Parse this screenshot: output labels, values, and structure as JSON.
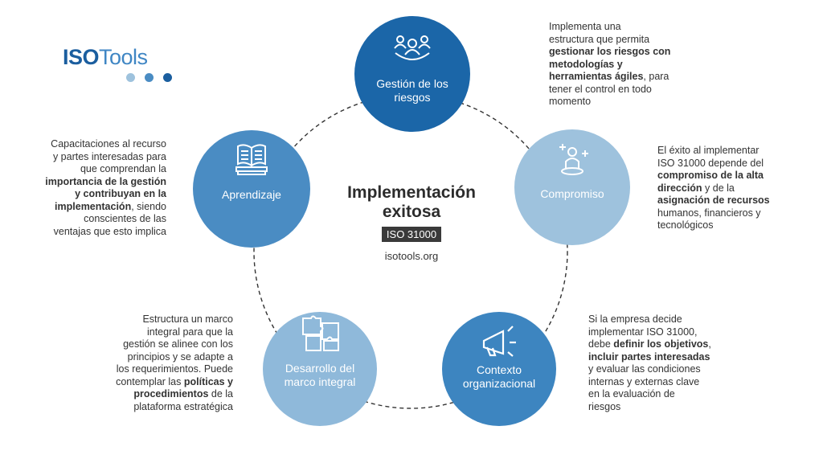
{
  "logo": {
    "iso": "ISO",
    "tools": "Tools",
    "dot_colors": [
      "#9ec2dd",
      "#4a8cc3",
      "#1b5e9f"
    ]
  },
  "center": {
    "title_line1": "Implementación",
    "title_line2": "exitosa",
    "badge": "ISO 31000",
    "url": "isotools.org"
  },
  "nodes": [
    {
      "id": "gestion",
      "label_line1": "Gestión de los",
      "label_line2": "riesgos",
      "color": "#1b66a8",
      "icon": "people-group-icon"
    },
    {
      "id": "compromiso",
      "label_line1": "Compromiso",
      "label_line2": "",
      "color": "#9ec2dd",
      "icon": "person-plus-icon"
    },
    {
      "id": "contexto",
      "label_line1": "Contexto",
      "label_line2": "organizacional",
      "color": "#3d85c0",
      "icon": "megaphone-icon"
    },
    {
      "id": "desarrollo",
      "label_line1": "Desarrollo del",
      "label_line2": "marco integral",
      "color": "#8fb9da",
      "icon": "puzzle-icon"
    },
    {
      "id": "aprendizaje",
      "label_line1": "Aprendizaje",
      "label_line2": "",
      "color": "#4a8cc3",
      "icon": "book-icon"
    }
  ],
  "descriptions": {
    "gestion": [
      {
        "t": "Implementa una",
        "b": false
      },
      {
        "t": "estructura que permita",
        "b": false
      },
      {
        "t": "gestionar los riesgos con",
        "b": true
      },
      {
        "t": "metodologías y",
        "b": true
      },
      {
        "t": "herramientas ágiles",
        "b": true,
        "after": ", para"
      },
      {
        "t": "tener el control en todo",
        "b": false
      },
      {
        "t": "momento",
        "b": false
      }
    ],
    "compromiso": [
      {
        "t": "El éxito al implementar",
        "b": false
      },
      {
        "t": "ISO 31000 depende del",
        "b": false
      },
      {
        "t": "compromiso de la alta",
        "b": true
      },
      {
        "t": "dirección",
        "b": true,
        "after": " y de la"
      },
      {
        "t": "asignación de recursos",
        "b": true
      },
      {
        "t": "humanos, financieros y",
        "b": false
      },
      {
        "t": "tecnológicos",
        "b": false
      }
    ],
    "contexto": [
      {
        "t": "Si la empresa decide",
        "b": false
      },
      {
        "t": "implementar ISO 31000,",
        "b": false
      },
      {
        "t": "definir los objetivos",
        "b": true,
        "before": "debe ",
        "after": ","
      },
      {
        "t": "incluir partes interesadas",
        "b": true
      },
      {
        "t": "y evaluar las condiciones",
        "b": false
      },
      {
        "t": "internas y externas clave",
        "b": false
      },
      {
        "t": "en la evaluación de",
        "b": false
      },
      {
        "t": "riesgos",
        "b": false
      }
    ],
    "desarrollo": [
      {
        "t": "Estructura un marco",
        "b": false
      },
      {
        "t": "integral para que la",
        "b": false
      },
      {
        "t": "gestión se alinee con los",
        "b": false
      },
      {
        "t": "principios y se adapte a",
        "b": false
      },
      {
        "t": "los requerimientos. Puede",
        "b": false
      },
      {
        "t": "políticas y",
        "b": true,
        "before": "contemplar las "
      },
      {
        "t": "procedimientos",
        "b": true,
        "after": " de la"
      },
      {
        "t": "plataforma estratégica",
        "b": false
      }
    ],
    "aprendizaje": [
      {
        "t": "Capacitaciones al recurso",
        "b": false
      },
      {
        "t": "y partes interesadas para",
        "b": false
      },
      {
        "t": "que comprendan la",
        "b": false
      },
      {
        "t": "importancia de la gestión",
        "b": true
      },
      {
        "t": "y contribuyan en la",
        "b": true
      },
      {
        "t": "implementación",
        "b": true,
        "after": ", siendo"
      },
      {
        "t": "conscientes de las",
        "b": false
      },
      {
        "t": "ventajas que esto implica",
        "b": false
      }
    ]
  }
}
